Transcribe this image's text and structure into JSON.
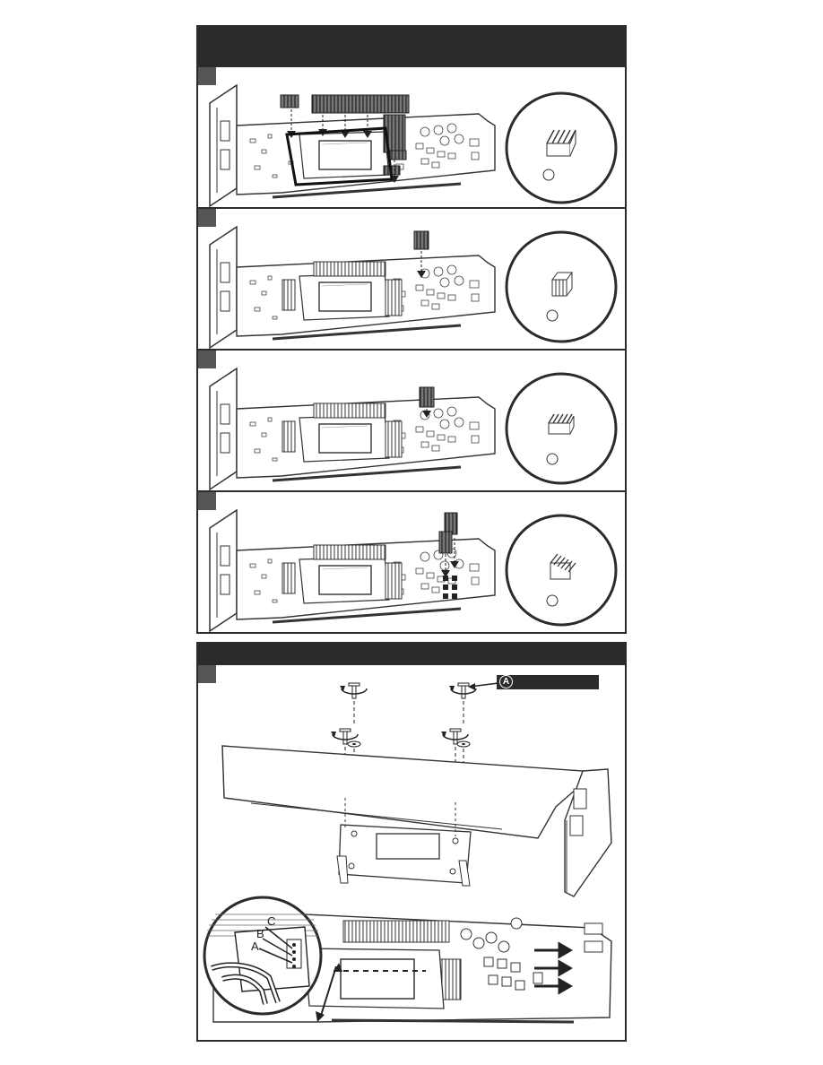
{
  "section2": {
    "callout_letter": "A"
  },
  "section2_zoom": {
    "letters": [
      "C",
      "B",
      "A"
    ]
  }
}
